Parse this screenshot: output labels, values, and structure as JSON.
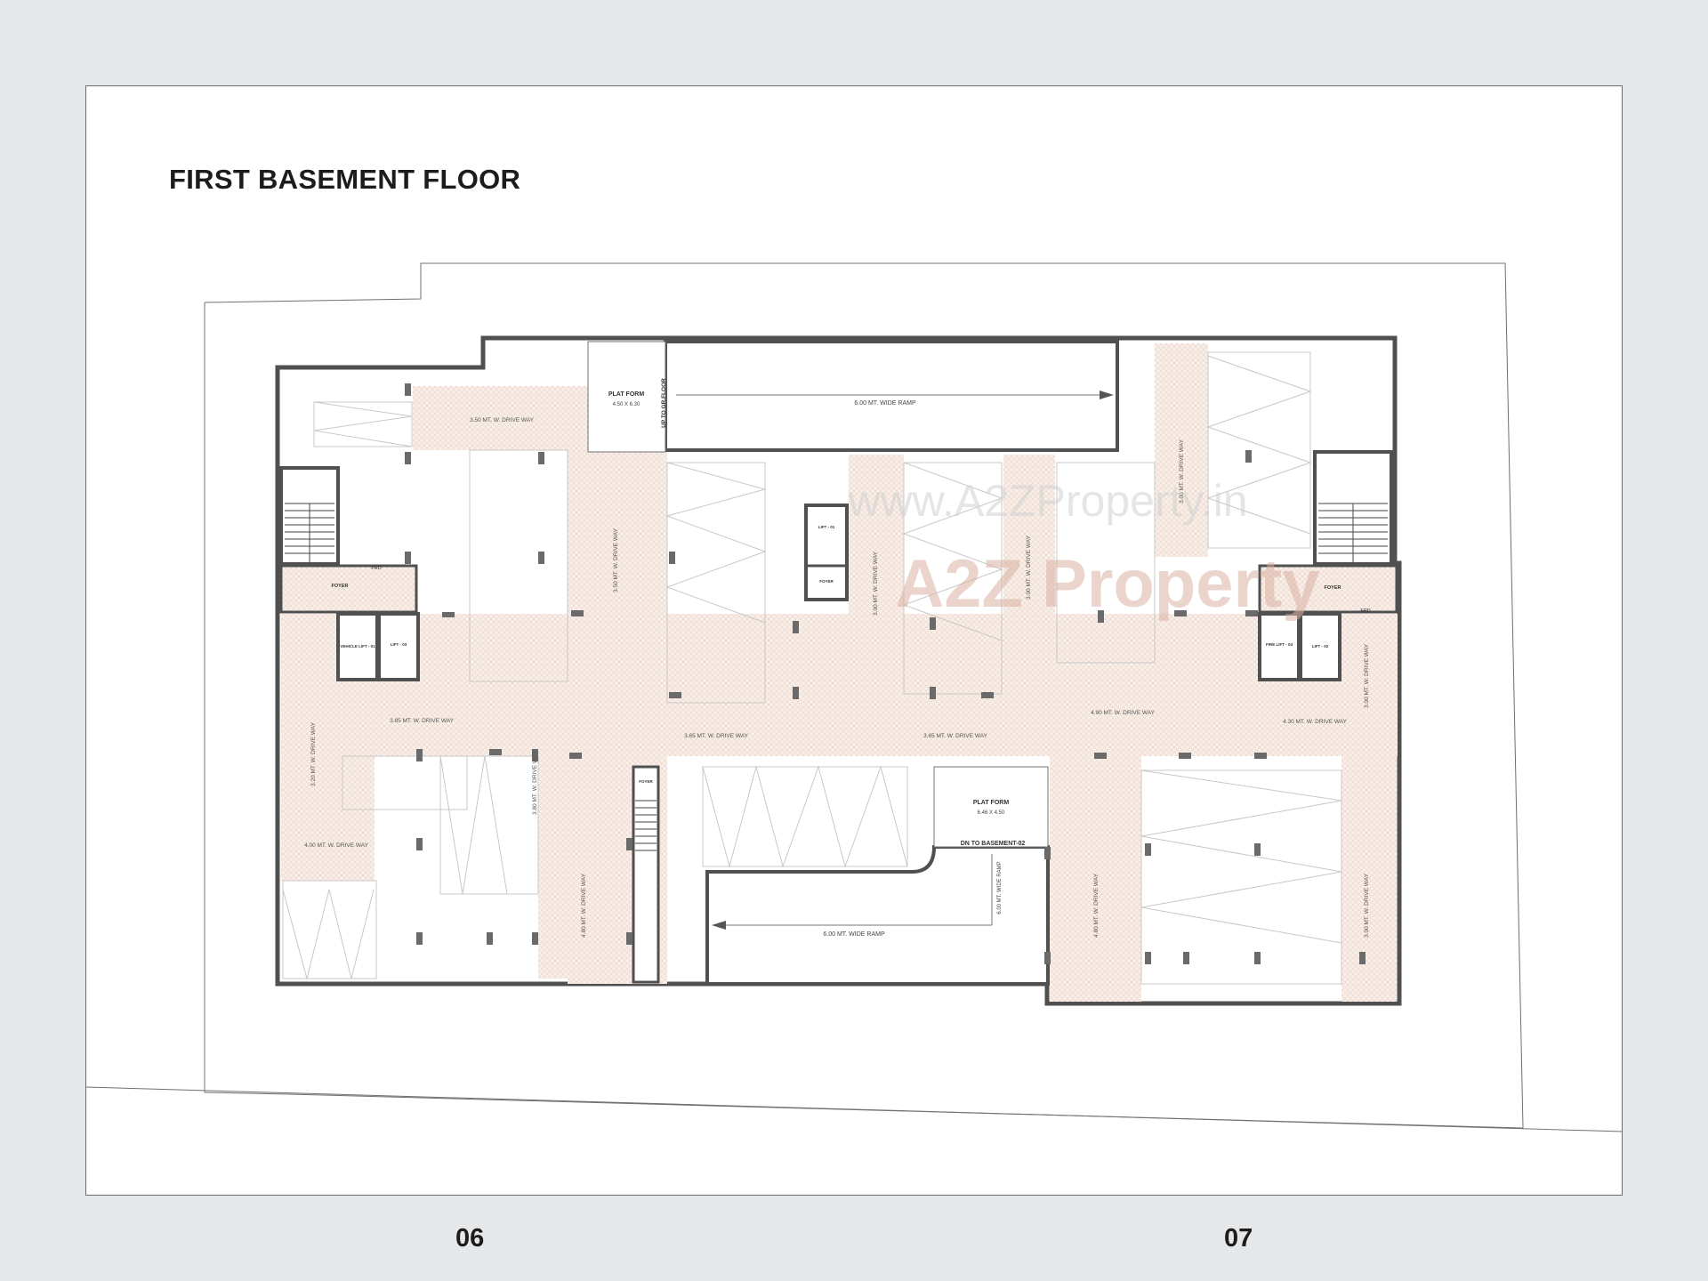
{
  "header": {
    "title": "FIRST BASEMENT FLOOR"
  },
  "footer": {
    "page_left": "06",
    "page_right": "07"
  },
  "watermark": {
    "url": "www.A2ZProperty.in",
    "brand": "A2Z Property"
  },
  "platforms": {
    "top": {
      "label": "PLAT FORM",
      "size": "4.50 X 6.30"
    },
    "bottom": {
      "label": "PLAT FORM",
      "size": "6.46 X 4.50"
    }
  },
  "labels": {
    "up_to_gr_floor": "UP TO GR.FLOOR",
    "dn_to_basement": "DN TO BASEMENT-02",
    "ramp_top": "6.00 MT. WIDE RAMP",
    "ramp_bottom": "6.00 MT. WIDE RAMP",
    "ramp_vertical": "6.00 MT. WIDE RAMP",
    "fire_lift": "FIRE LIFT - 04",
    "lift_03": "LIFT - 03",
    "lift_01": "LIFT - 01",
    "lift_02": "LIFT - 02",
    "vehicle_lift": "VEHICLE LIFT - 01",
    "foyer": "FOYER",
    "frd": "FRD"
  },
  "driveways": {
    "d1": "3.50 MT. W. DRIVE WAY",
    "d2": "3.50 MT. W. DRIVE WAY",
    "d3": "3.00 MT. W. DRIVE WAY",
    "d4": "3.00 MT. W. DRIVE WAY",
    "d5": "3.00 MT. W. DRIVE WAY",
    "d6": "3.85 MT. W. DRIVE WAY",
    "d7": "3.65 MT. W. DRIVE WAY",
    "d8": "3.65 MT. W. DRIVE WAY",
    "d9": "4.90 MT. W. DRIVE WAY",
    "d10": "4.30 MT. W. DRIVE WAY",
    "d11": "3.00 MT. W. DRIVE WAY",
    "d12": "3.20 MT. W. DRIVE WAY",
    "d13": "4.00 MT. W. DRIVE WAY",
    "d14": "3.80 MT. W. DRIVE WAY",
    "d15": "4.80 MT. W. DRIVE WAY",
    "d16": "4.80 MT. W. DRIVE WAY",
    "d17": "3.00 MT. W. DRIVE WAY"
  }
}
